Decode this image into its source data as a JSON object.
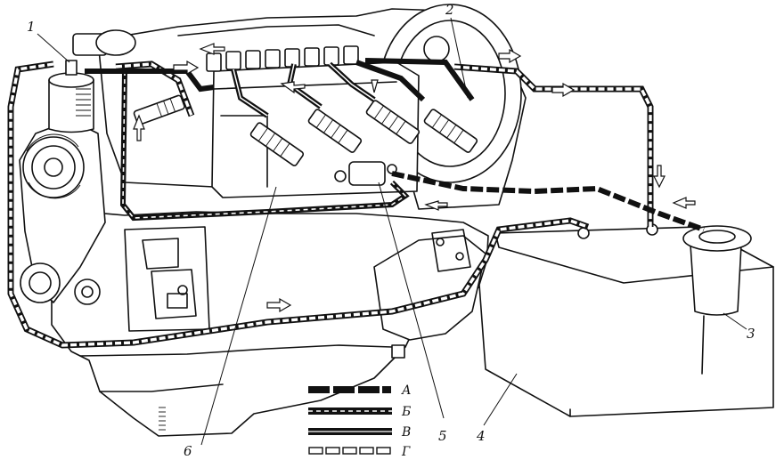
{
  "callouts": {
    "c1": "1",
    "c2": "2",
    "c3": "3",
    "c4": "4",
    "c5": "5",
    "c6": "6"
  },
  "legend": {
    "a": "А",
    "b": "Б",
    "v": "В",
    "g": "Г"
  },
  "colors": {
    "ink": "#111111",
    "paper": "#ffffff"
  }
}
